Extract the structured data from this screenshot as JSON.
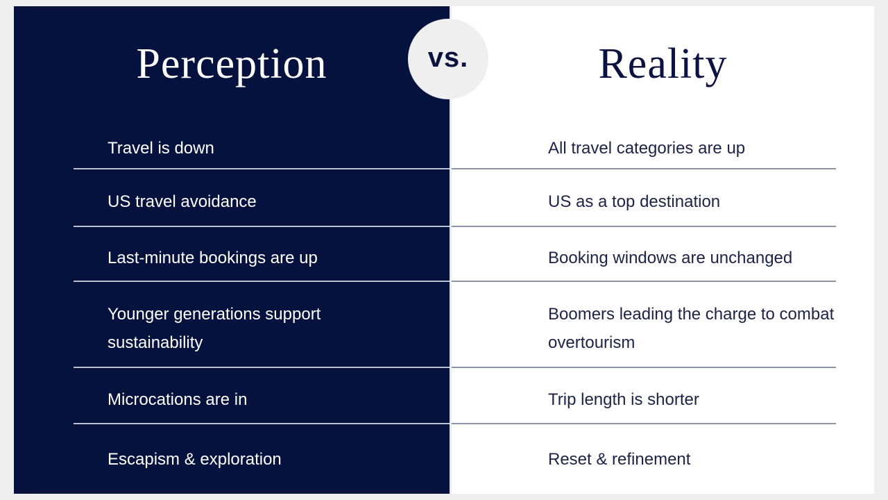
{
  "headers": {
    "perception": "Perception",
    "reality": "Reality",
    "vs": "vs."
  },
  "rows": [
    {
      "perception": "Travel is down",
      "reality": "All travel categories are up"
    },
    {
      "perception": "US travel avoidance",
      "reality": "US as a top destination"
    },
    {
      "perception": "Last-minute bookings are up",
      "reality": "Booking windows are unchanged"
    },
    {
      "perception": "Younger generations support sustainability",
      "reality": "Boomers leading the charge to combat overtourism"
    },
    {
      "perception": "Microcations are in",
      "reality": "Trip length is shorter"
    },
    {
      "perception": "Escapism & exploration",
      "reality": "Reset & refinement"
    }
  ],
  "colors": {
    "navy_panel": "#05123e",
    "white_panel": "#ffffff",
    "page_background": "#efefef",
    "badge_background": "#efefef",
    "text_on_navy": "#ffffff",
    "text_on_white": "#1c2347",
    "divider_on_navy": "#bcc1cf",
    "divider_on_white": "#8b93a9"
  }
}
